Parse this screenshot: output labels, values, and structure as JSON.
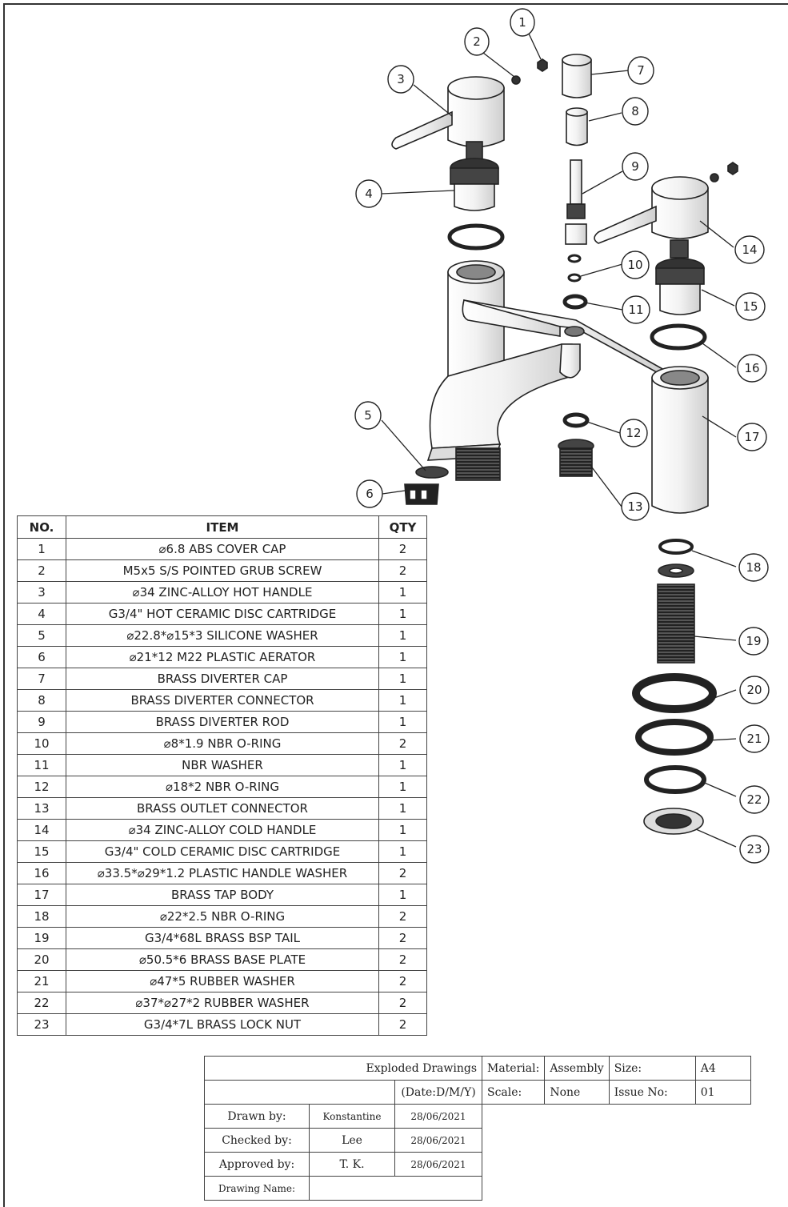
{
  "callouts": [
    "1",
    "2",
    "3",
    "4",
    "5",
    "6",
    "7",
    "8",
    "9",
    "10",
    "11",
    "12",
    "13",
    "14",
    "15",
    "16",
    "17",
    "18",
    "19",
    "20",
    "21",
    "22",
    "23"
  ],
  "parts_table": {
    "headers": {
      "no": "NO.",
      "item": "ITEM",
      "qty": "QTY"
    },
    "rows": [
      {
        "no": "1",
        "item": "⌀6.8 ABS COVER CAP",
        "qty": "2"
      },
      {
        "no": "2",
        "item": "M5x5 S/S POINTED GRUB SCREW",
        "qty": "2"
      },
      {
        "no": "3",
        "item": "⌀34 ZINC-ALLOY HOT HANDLE",
        "qty": "1"
      },
      {
        "no": "4",
        "item": "G3/4\" HOT CERAMIC DISC CARTRIDGE",
        "qty": "1"
      },
      {
        "no": "5",
        "item": "⌀22.8*⌀15*3  SILICONE WASHER",
        "qty": "1"
      },
      {
        "no": "6",
        "item": "⌀21*12  M22 PLASTIC AERATOR",
        "qty": "1"
      },
      {
        "no": "7",
        "item": "BRASS DIVERTER CAP",
        "qty": "1"
      },
      {
        "no": "8",
        "item": "BRASS DIVERTER CONNECTOR",
        "qty": "1"
      },
      {
        "no": "9",
        "item": "BRASS DIVERTER ROD",
        "qty": "1"
      },
      {
        "no": "10",
        "item": "⌀8*1.9  NBR O-RING",
        "qty": "2"
      },
      {
        "no": "11",
        "item": "NBR WASHER",
        "qty": "1"
      },
      {
        "no": "12",
        "item": "⌀18*2  NBR O-RING",
        "qty": "1"
      },
      {
        "no": "13",
        "item": "BRASS OUTLET CONNECTOR",
        "qty": "1"
      },
      {
        "no": "14",
        "item": "⌀34 ZINC-ALLOY COLD HANDLE",
        "qty": "1"
      },
      {
        "no": "15",
        "item": "G3/4\" COLD CERAMIC DISC CARTRIDGE",
        "qty": "1"
      },
      {
        "no": "16",
        "item": "⌀33.5*⌀29*1.2  PLASTIC HANDLE WASHER",
        "qty": "2"
      },
      {
        "no": "17",
        "item": "BRASS TAP BODY",
        "qty": "1"
      },
      {
        "no": "18",
        "item": "⌀22*2.5  NBR O-RING",
        "qty": "2"
      },
      {
        "no": "19",
        "item": "G3/4*68L  BRASS BSP TAIL",
        "qty": "2"
      },
      {
        "no": "20",
        "item": "⌀50.5*6  BRASS BASE PLATE",
        "qty": "2"
      },
      {
        "no": "21",
        "item": "⌀47*5  RUBBER WASHER",
        "qty": "2"
      },
      {
        "no": "22",
        "item": "⌀37*⌀27*2  RUBBER WASHER",
        "qty": "2"
      },
      {
        "no": "23",
        "item": "G3/4*7L  BRASS LOCK NUT",
        "qty": "2"
      }
    ]
  },
  "title_block": {
    "drawing_type": "Exploded Drawings",
    "material_label": "Material:",
    "material_value": "Assembly",
    "size_label": "Size:",
    "size_value": "A4",
    "date_format": "(Date:D/M/Y)",
    "scale_label": "Scale:",
    "scale_value": "None",
    "issue_label": "Issue No:",
    "issue_value": "01",
    "drawn_label": "Drawn by:",
    "drawn_name": "Konstantine",
    "drawn_date": "28/06/2021",
    "checked_label": "Checked by:",
    "checked_name": "Lee",
    "checked_date": "28/06/2021",
    "approved_label": "Approved by:",
    "approved_name": "T. K.",
    "approved_date": "28/06/2021",
    "drawing_name_label": "Drawing Name:"
  }
}
